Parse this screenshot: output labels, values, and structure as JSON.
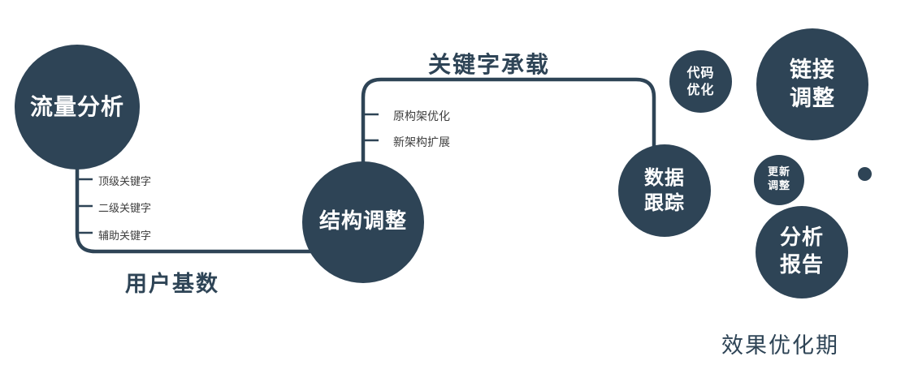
{
  "palette": {
    "primary": "#2E4456",
    "background": "#FFFFFF",
    "node_text": "#FFFFFF",
    "tick_text": "#3D3D3D"
  },
  "nodes": {
    "traffic_analysis": {
      "label": "流量分析"
    },
    "structure_adjustment": {
      "label": "结构调整"
    },
    "data_tracking": {
      "label": "数据\n跟踪"
    },
    "code_optimization": {
      "label": "代码\n优化"
    },
    "link_adjustment": {
      "label": "链接\n调整"
    },
    "update_adjustment": {
      "label": "更新\n调整"
    },
    "analysis_report": {
      "label": "分析\n报告"
    }
  },
  "edge_labels": {
    "user_base": "用户基数",
    "keyword_carrying": "关键字承载"
  },
  "tick_labels": {
    "left": [
      "顶级关键字",
      "二级关键字",
      "辅助关键字"
    ],
    "top": [
      "原构架优化",
      "新架构扩展"
    ]
  },
  "caption": "效果优化期"
}
